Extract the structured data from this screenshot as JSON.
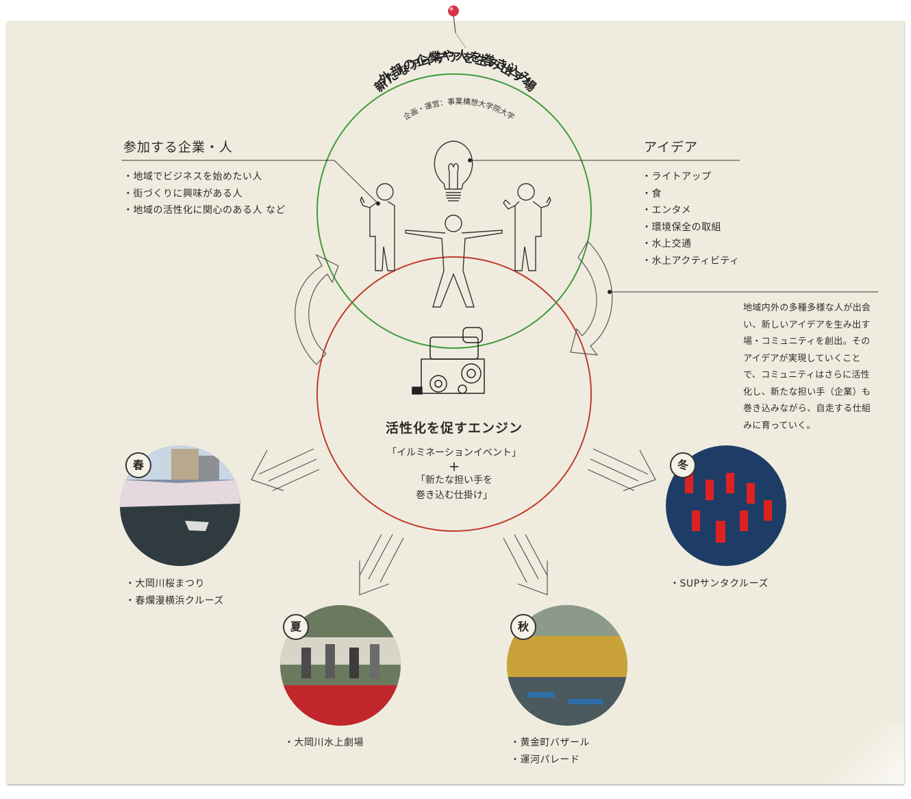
{
  "title_arc": {
    "line1": "外部の企業や人を巻き込み",
    "line2": "新たなアイデアを生み出す場",
    "sub": "企画・運営：事業構想大学院大学"
  },
  "participants": {
    "heading": "参加する企業・人",
    "items": [
      "・地域でビジネスを始めたい人",
      "・街づくりに興味がある人",
      "・地域の活性化に関心のある人 など"
    ]
  },
  "ideas": {
    "heading": "アイデア",
    "items": [
      "・ライトアップ",
      "・食",
      "・エンタメ",
      "・環境保全の取組",
      "・水上交通",
      "・水上アクティビティ"
    ]
  },
  "note": {
    "text": "地域内外の多種多様な人が出会い、新しいアイデアを生み出す場・コミュニティを創出。そのアイデアが実現していくことで、コミュニティはさらに活性化し、新たな担い手（企業）も巻き込みながら、自走する仕組みに育っていく。"
  },
  "engine": {
    "title": "活性化を促すエンジン",
    "line1": "「イルミネーションイベント」",
    "plus": "＋",
    "line2": "「新たな担い手を",
    "line3": "巻き込む仕掛け」"
  },
  "seasons": [
    {
      "badge": "春",
      "captions": [
        "・大岡川桜まつり",
        "・春爛漫横浜クルーズ"
      ]
    },
    {
      "badge": "夏",
      "captions": [
        "・大岡川水上劇場"
      ]
    },
    {
      "badge": "秋",
      "captions": [
        "・黄金町バザール",
        "・運河パレード"
      ]
    },
    {
      "badge": "冬",
      "captions": [
        "・SUPサンタクルーズ"
      ]
    }
  ],
  "colors": {
    "green_circle": "#3f9a3a",
    "red_circle": "#c0392b",
    "pin": "#d8344a"
  },
  "icons": [
    "push-pin-icon",
    "light-bulb-icon",
    "person-icon",
    "engine-icon",
    "cycle-arrow-icon",
    "triple-arrow-icon"
  ]
}
